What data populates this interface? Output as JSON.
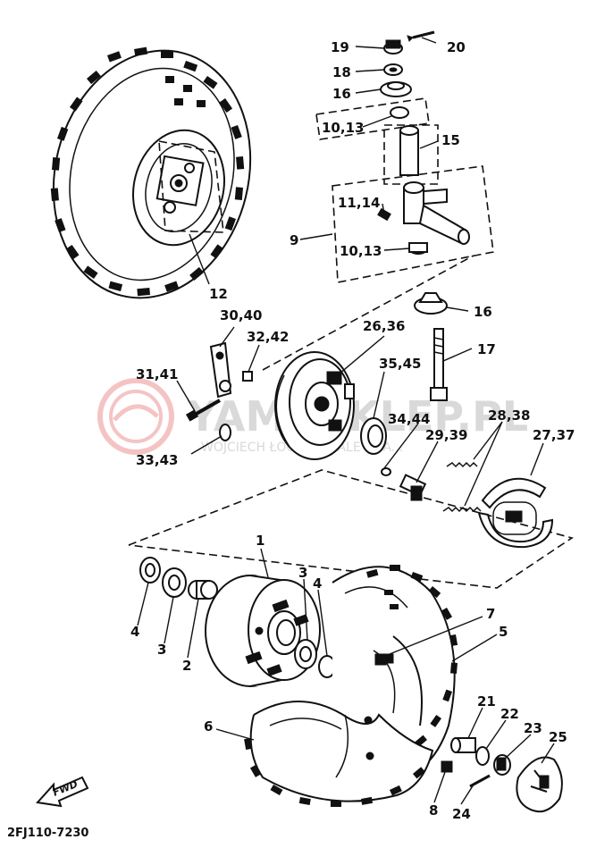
{
  "diagram": {
    "drawing_code": "2FJ110-7230",
    "fwd_label": "FWD",
    "watermark": {
      "text": "YAMASKLEP.PL",
      "subtitle": "WOJCIECH ŁOCZNIK - ALE CHA..."
    },
    "callouts": [
      {
        "id": "c19",
        "text": "19"
      },
      {
        "id": "c20",
        "text": "20"
      },
      {
        "id": "c18",
        "text": "18"
      },
      {
        "id": "c16a",
        "text": "16"
      },
      {
        "id": "c1013a",
        "text": "10,13"
      },
      {
        "id": "c15",
        "text": "15"
      },
      {
        "id": "c1114",
        "text": "11,14"
      },
      {
        "id": "c9",
        "text": "9"
      },
      {
        "id": "c1013b",
        "text": "10,13"
      },
      {
        "id": "c16b",
        "text": "16"
      },
      {
        "id": "c12",
        "text": "12"
      },
      {
        "id": "c3040",
        "text": "30,40"
      },
      {
        "id": "c3242",
        "text": "32,42"
      },
      {
        "id": "c2636",
        "text": "26,36"
      },
      {
        "id": "c17",
        "text": "17"
      },
      {
        "id": "c3141",
        "text": "31,41"
      },
      {
        "id": "c3545",
        "text": "35,45"
      },
      {
        "id": "c3444",
        "text": "34,44"
      },
      {
        "id": "c2838",
        "text": "28,38"
      },
      {
        "id": "c2737",
        "text": "27,37"
      },
      {
        "id": "c2939",
        "text": "29,39"
      },
      {
        "id": "c3343",
        "text": "33,43"
      },
      {
        "id": "c1",
        "text": "1"
      },
      {
        "id": "c3a",
        "text": "3"
      },
      {
        "id": "c4a",
        "text": "4"
      },
      {
        "id": "c7",
        "text": "7"
      },
      {
        "id": "c5",
        "text": "5"
      },
      {
        "id": "c4b",
        "text": "4"
      },
      {
        "id": "c3b",
        "text": "3"
      },
      {
        "id": "c2",
        "text": "2"
      },
      {
        "id": "c6",
        "text": "6"
      },
      {
        "id": "c21",
        "text": "21"
      },
      {
        "id": "c22",
        "text": "22"
      },
      {
        "id": "c23",
        "text": "23"
      },
      {
        "id": "c25",
        "text": "25"
      },
      {
        "id": "c8",
        "text": "8"
      },
      {
        "id": "c24",
        "text": "24"
      }
    ]
  }
}
